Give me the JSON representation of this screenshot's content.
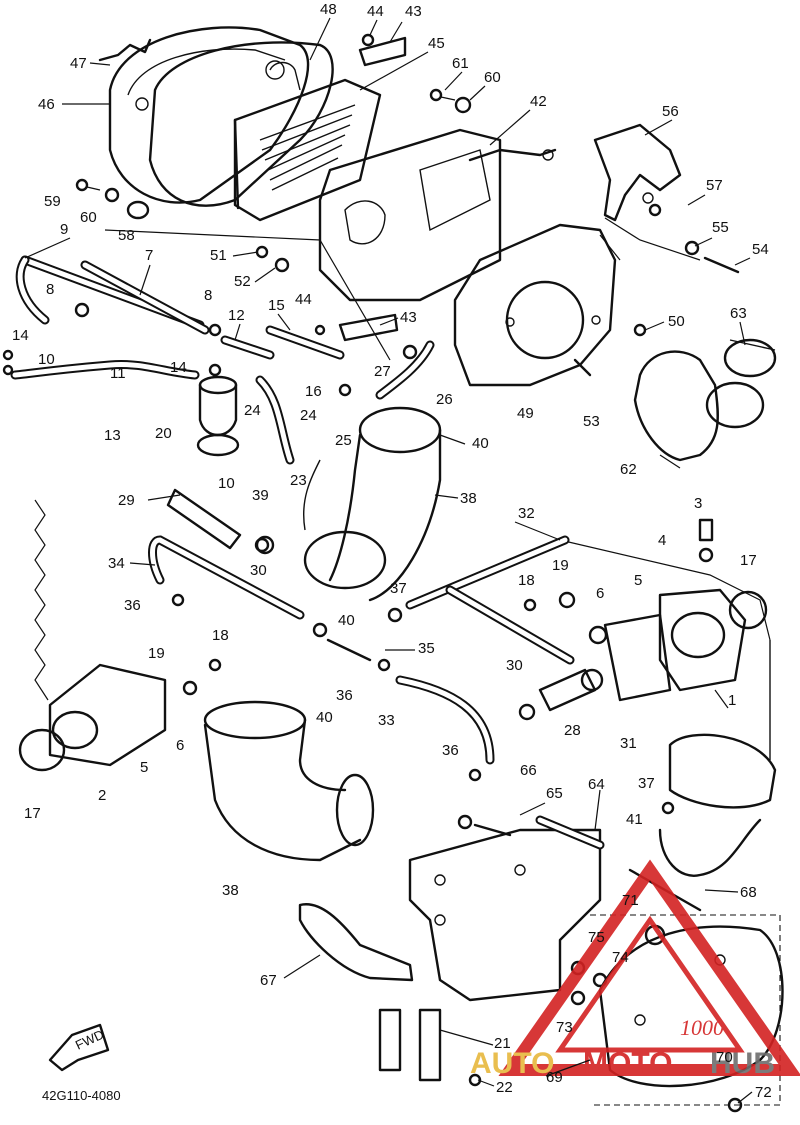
{
  "diagram": {
    "code": "42G110-4080",
    "fwd_label": "FWD",
    "watermark": {
      "text_left": "AUTO",
      "text_mid": "MOTO",
      "text_right": "HUB",
      "sub": "1000",
      "color_red": "#d32222",
      "color_gold": "#e7b83d",
      "color_gray": "#6d6d6d"
    },
    "callouts": [
      {
        "id": "c48",
        "label": "48"
      },
      {
        "id": "c44a",
        "label": "44"
      },
      {
        "id": "c43a",
        "label": "43"
      },
      {
        "id": "c47",
        "label": "47"
      },
      {
        "id": "c45",
        "label": "45"
      },
      {
        "id": "c61",
        "label": "61"
      },
      {
        "id": "c60a",
        "label": "60"
      },
      {
        "id": "c46",
        "label": "46"
      },
      {
        "id": "c42",
        "label": "42"
      },
      {
        "id": "c56",
        "label": "56"
      },
      {
        "id": "c59",
        "label": "59"
      },
      {
        "id": "c60b",
        "label": "60"
      },
      {
        "id": "c58",
        "label": "58"
      },
      {
        "id": "c57",
        "label": "57"
      },
      {
        "id": "c9",
        "label": "9"
      },
      {
        "id": "c7",
        "label": "7"
      },
      {
        "id": "c51",
        "label": "51"
      },
      {
        "id": "c52",
        "label": "52"
      },
      {
        "id": "c55",
        "label": "55"
      },
      {
        "id": "c54",
        "label": "54"
      },
      {
        "id": "c8a",
        "label": "8"
      },
      {
        "id": "c8b",
        "label": "8"
      },
      {
        "id": "c12",
        "label": "12"
      },
      {
        "id": "c15",
        "label": "15"
      },
      {
        "id": "c44b",
        "label": "44"
      },
      {
        "id": "c43b",
        "label": "43"
      },
      {
        "id": "c50",
        "label": "50"
      },
      {
        "id": "c63",
        "label": "63"
      },
      {
        "id": "c14a",
        "label": "14"
      },
      {
        "id": "c10a",
        "label": "10"
      },
      {
        "id": "c11",
        "label": "11"
      },
      {
        "id": "c14b",
        "label": "14"
      },
      {
        "id": "c27",
        "label": "27"
      },
      {
        "id": "c16",
        "label": "16"
      },
      {
        "id": "c26",
        "label": "26"
      },
      {
        "id": "c13",
        "label": "13"
      },
      {
        "id": "c20",
        "label": "20"
      },
      {
        "id": "c24a",
        "label": "24"
      },
      {
        "id": "c24b",
        "label": "24"
      },
      {
        "id": "c49",
        "label": "49"
      },
      {
        "id": "c53",
        "label": "53"
      },
      {
        "id": "c25",
        "label": "25"
      },
      {
        "id": "c40a",
        "label": "40"
      },
      {
        "id": "c10b",
        "label": "10"
      },
      {
        "id": "c23",
        "label": "23"
      },
      {
        "id": "c62",
        "label": "62"
      },
      {
        "id": "c29",
        "label": "29"
      },
      {
        "id": "c39",
        "label": "39"
      },
      {
        "id": "c38a",
        "label": "38"
      },
      {
        "id": "c3",
        "label": "3"
      },
      {
        "id": "c32",
        "label": "32"
      },
      {
        "id": "c4",
        "label": "4"
      },
      {
        "id": "c34",
        "label": "34"
      },
      {
        "id": "c30a",
        "label": "30"
      },
      {
        "id": "c17a",
        "label": "17"
      },
      {
        "id": "c18a",
        "label": "18"
      },
      {
        "id": "c19a",
        "label": "19"
      },
      {
        "id": "c6a",
        "label": "6"
      },
      {
        "id": "c5a",
        "label": "5"
      },
      {
        "id": "c37a",
        "label": "37"
      },
      {
        "id": "c36a",
        "label": "36"
      },
      {
        "id": "c40b",
        "label": "40"
      },
      {
        "id": "c35",
        "label": "35"
      },
      {
        "id": "c18b",
        "label": "18"
      },
      {
        "id": "c19b",
        "label": "19"
      },
      {
        "id": "c30b",
        "label": "30"
      },
      {
        "id": "c1",
        "label": "1"
      },
      {
        "id": "c36b",
        "label": "36"
      },
      {
        "id": "c33",
        "label": "33"
      },
      {
        "id": "c28",
        "label": "28"
      },
      {
        "id": "c40c",
        "label": "40"
      },
      {
        "id": "c6b",
        "label": "6"
      },
      {
        "id": "c5b",
        "label": "5"
      },
      {
        "id": "c2",
        "label": "2"
      },
      {
        "id": "c31",
        "label": "31"
      },
      {
        "id": "c17b",
        "label": "17"
      },
      {
        "id": "c36c",
        "label": "36"
      },
      {
        "id": "c66",
        "label": "66"
      },
      {
        "id": "c37b",
        "label": "37"
      },
      {
        "id": "c65",
        "label": "65"
      },
      {
        "id": "c64",
        "label": "64"
      },
      {
        "id": "c41",
        "label": "41"
      },
      {
        "id": "c38b",
        "label": "38"
      },
      {
        "id": "c68",
        "label": "68"
      },
      {
        "id": "c71",
        "label": "71"
      },
      {
        "id": "c75",
        "label": "75"
      },
      {
        "id": "c74",
        "label": "74"
      },
      {
        "id": "c67",
        "label": "67"
      },
      {
        "id": "c73",
        "label": "73"
      },
      {
        "id": "c21",
        "label": "21"
      },
      {
        "id": "c70",
        "label": "70"
      },
      {
        "id": "c22",
        "label": "22"
      },
      {
        "id": "c69",
        "label": "69"
      },
      {
        "id": "c72",
        "label": "72"
      }
    ]
  }
}
